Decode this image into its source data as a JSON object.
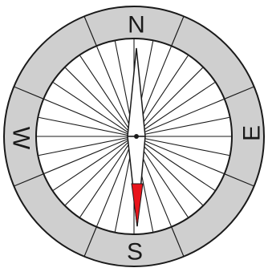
{
  "compass": {
    "cardinals": {
      "north": "N",
      "east": "E",
      "south": "S",
      "west": "W"
    },
    "ray_count": 32,
    "colors": {
      "bezel": "#cfcfcf",
      "face": "#ffffff",
      "outline": "#1a1a1a",
      "needle_south_tip": "#e8141b"
    }
  }
}
